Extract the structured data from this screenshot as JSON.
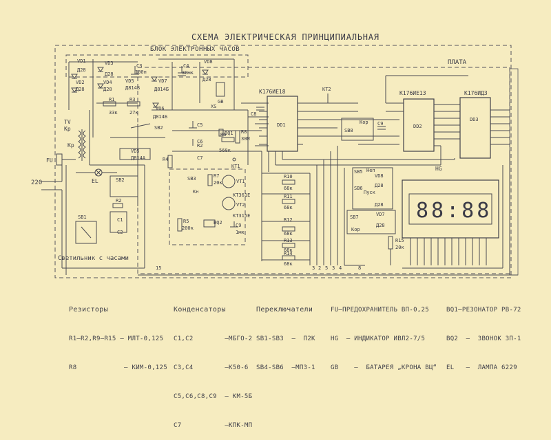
{
  "title": "СХЕМА ЭЛЕКТРИЧЕСКАЯ ПРИНЦИПИАЛЬНАЯ",
  "block_label": "БЛОК ЭЛЕКТРОННЫХ ЧАСОВ",
  "board_label": "ПЛАТА",
  "lamp_label": "Светильник с часами",
  "display_text": "88:88",
  "chips": {
    "dd1": "К176ИЕ18",
    "dd2": "К176ИЕ13",
    "dd3": "К176ИД3",
    "dd1_name": "DD1",
    "dd2_name": "DD2",
    "dd3_name": "DD3"
  },
  "components": {
    "vd1": "VD1",
    "vd2": "VD2",
    "vd3": "VD3",
    "vd4": "VD4",
    "vd5": "VD5",
    "vd6": "VD6",
    "vd7": "VD7",
    "vd8": "VD8",
    "d28": "Д28",
    "d814b": "Д814Б",
    "d814a": "Д814А",
    "c1": "C1",
    "c2": "C2",
    "c3": "C3",
    "c4": "C4",
    "c5": "C5",
    "c6": "C6",
    "c7": "C7",
    "c8": "C8",
    "c9": "C9",
    "r1": "R1",
    "r2": "R2",
    "r3": "R3",
    "r4": "R4",
    "r5": "R5",
    "r6": "R6",
    "r7": "R7",
    "r8": "R8",
    "r10": "R10",
    "r11": "R11",
    "r12": "R12",
    "r13": "R13",
    "r14": "R14",
    "r15": "R15",
    "vt1": "VT1",
    "vt2": "VT2",
    "kt361e": "КТ361Е",
    "kt315e": "КТ315Е",
    "tv": "TV",
    "kp": "Кр",
    "fu": "FU",
    "el": "EL",
    "gb": "GB",
    "xs": "XS",
    "hg": "HG",
    "bq1": "BQ1",
    "bq2": "BQ2",
    "sb1": "SB1",
    "sb2": "SB2",
    "sb3": "SB3",
    "sb4": "SB4",
    "sb5": "SB5",
    "sb6": "SB6",
    "sb7": "SB7",
    "sb8": "SB8",
    "kt1": "КТ1",
    "kt2": "КТ2",
    "v220": "220",
    "r33k": "33к",
    "r27k": "27к",
    "r68k": "68к",
    "r560k": "560к",
    "r30m": "30М",
    "r200k": "200к",
    "r20k": "20к",
    "c100n": "100н",
    "c30mk": "30мк",
    "c1mk": "1мк",
    "sb_name": "Кн",
    "sb_alt": "Неп",
    "sb_alt2": "Пуск",
    "sb_korr": "Кор"
  },
  "legend": {
    "resistors": {
      "title": "Резисторы",
      "lines": [
        "R1–R2,R9–R15 – МЛТ-0,125",
        "R8            – КИМ-0,125"
      ]
    },
    "capacitors": {
      "title": "Конденсаторы",
      "lines": [
        "C1,C2        –МБГО-2",
        "C3,C4        –К50-6",
        "C5,C6,C8,C9  – КМ-5Б",
        "C7           –КПК-МП"
      ]
    },
    "switches": {
      "title": "Переключатели",
      "lines": [
        "SB1-SB3  –  П2К",
        "SB4-SB6  –МПЗ-1"
      ]
    },
    "misc1": {
      "lines": [
        "FU–ПРЕДОХРАНИТЕЛЬ ВП-0,25",
        "HG  – ИНДИКАТОР ИВЛ2-7/5",
        "GB    –  БАТАРЕЯ „КРОНА ВЦ“"
      ]
    },
    "misc2": {
      "lines": [
        "BQ1–РЕЗОНАТОР РВ-72",
        "BQ2  –  ЗВОНОК ЗП-1",
        "EL   –  ЛАМПА 6229"
      ]
    }
  }
}
